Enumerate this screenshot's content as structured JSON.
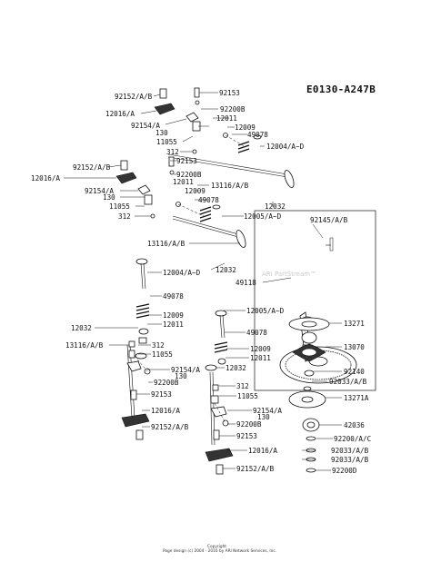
{
  "diagram_code": "E0130-A247B",
  "watermark": "ARI PartStream™",
  "footer": {
    "line1": "Copyright",
    "line2": "Page design (c) 2004 - 2016 by ARI Network Services, Inc."
  },
  "labels": {
    "l92153_a": "92153",
    "l92152_a": "92152/A/B",
    "l92200B_a": "92200B",
    "l12016_a": "12016/A",
    "l12011_a": "12011",
    "l92154_a": "92154/A",
    "l130_a": "130",
    "l12009_a": "12009",
    "l49078_a": "49078",
    "l11055_a": "11055",
    "l12004_a": "12004/A~D",
    "l312_a": "312",
    "l92153_b": "92153",
    "l92152_b": "92152/A/B",
    "l92200B_b": "92200B",
    "l12016_b": "12016/A",
    "l12011_b": "12011",
    "l13116_a": "13116/A/B",
    "l92154_b": "92154/A",
    "l130_b": "130",
    "l12009_b": "12009",
    "l49078_b": "49078",
    "l11055_b": "11055",
    "l12032_a": "12032",
    "l12005_a": "12005/A~D",
    "l312_b": "312",
    "l92145": "92145/A/B",
    "l13116_b": "13116/A/B",
    "l12032_b": "12032",
    "l12004_b": "12004/A~D",
    "l49118": "49118",
    "l49078_c": "49078",
    "l12009_c": "12009",
    "l12011_c": "12011",
    "l12005_b": "12005/A~D",
    "l13271": "13271",
    "l12032_c": "12032",
    "l49078_d": "49078",
    "l13116_c": "13116/A/B",
    "l312_c": "312",
    "l11055_c": "11055",
    "l12009_d": "12009",
    "l12011_d": "12011",
    "l13070": "13070",
    "l92154_c": "92154/A",
    "l130_c": "130",
    "l92200B_c": "92200B",
    "l12032_d": "12032",
    "l92140": "92140",
    "l92153_c": "92153",
    "l312_d": "312",
    "l92033_a": "92033/A/B",
    "l12016_c": "12016/A",
    "l11055_d": "11055",
    "l13271A": "13271A",
    "l92152_c": "92152/A/B",
    "l92154_d": "92154/A",
    "l130_d": "130",
    "l92200B_d": "92200B",
    "l42036": "42036",
    "l92153_d": "92153",
    "l92200A": "92200/A/C",
    "l12016_d": "12016/A",
    "l92033_b": "92033/A/B",
    "l92033_c": "92033/A/B",
    "l92152_d": "92152/A/B",
    "l92200D": "92200D"
  }
}
